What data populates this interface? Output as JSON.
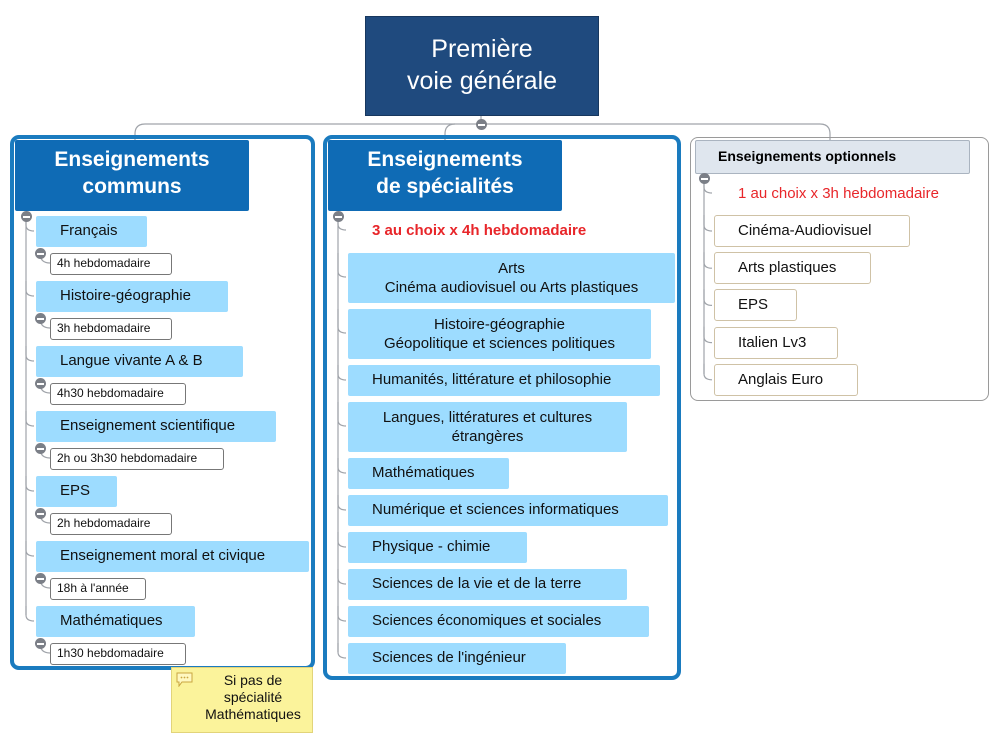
{
  "root": {
    "line1": "Première",
    "line2": "voie générale"
  },
  "communs": {
    "title_line1": "Enseignements",
    "title_line2": "communs",
    "items": [
      {
        "label": "Français",
        "hours": "4h hebdomadaire"
      },
      {
        "label": "Histoire-géographie",
        "hours": "3h hebdomadaire"
      },
      {
        "label": "Langue vivante A & B",
        "hours": "4h30 hebdomadaire"
      },
      {
        "label": "Enseignement scientifique",
        "hours": "2h ou 3h30 hebdomadaire"
      },
      {
        "label": "EPS",
        "hours": "2h hebdomadaire"
      },
      {
        "label": "Enseignement moral et civique",
        "hours": "18h à l'année"
      },
      {
        "label": "Mathématiques",
        "hours": "1h30 hebdomadaire"
      }
    ],
    "note": {
      "line1": "Si pas de",
      "line2": "spécialité",
      "line3": "Mathématiques"
    }
  },
  "specialites": {
    "title_line1": "Enseignements",
    "title_line2": "de spécialités",
    "rule": "3 au choix x 4h hebdomadaire",
    "items": [
      {
        "line1": "Arts",
        "line2": "Cinéma audiovisuel ou Arts plastiques"
      },
      {
        "line1": "Histoire-géographie",
        "line2": "Géopolitique et sciences politiques"
      },
      {
        "line1": "Humanités, littérature et philosophie"
      },
      {
        "line1": "Langues, littératures et cultures",
        "line2": "étrangères"
      },
      {
        "line1": "Mathématiques"
      },
      {
        "line1": "Numérique et sciences informatiques"
      },
      {
        "line1": "Physique - chimie"
      },
      {
        "line1": "Sciences de la vie et de la terre"
      },
      {
        "line1": "Sciences économiques et sociales"
      },
      {
        "line1": "Sciences de l'ingénieur"
      }
    ]
  },
  "optionnels": {
    "title": "Enseignements optionnels",
    "rule": "1 au choix x 3h hebdomadaire",
    "items": [
      "Cinéma-Audiovisuel",
      "Arts plastiques",
      "EPS",
      "Italien Lv3",
      "Anglais Euro"
    ]
  },
  "colors": {
    "root": "#1f4a7e",
    "header": "#0f6bb5",
    "item": "#9ddcff",
    "rule": "#e8262a"
  }
}
